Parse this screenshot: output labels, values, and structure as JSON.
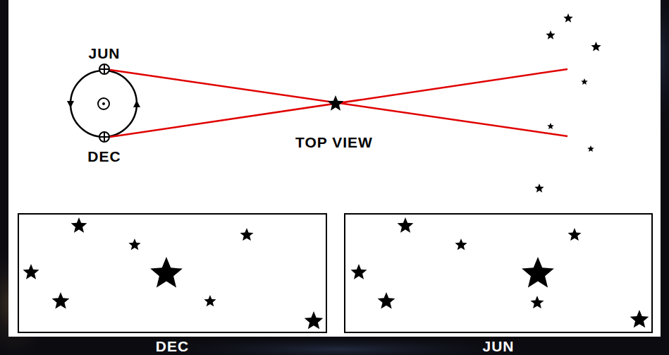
{
  "diagram": {
    "nodes": [
      {
        "text": [
          "DEC"
        ]
      },
      {
        "text": [
          "JUN"
        ]
      }
    ],
    "labels": [
      "JUN",
      "DEC",
      "TOP VIEW"
    ]
  }
}
